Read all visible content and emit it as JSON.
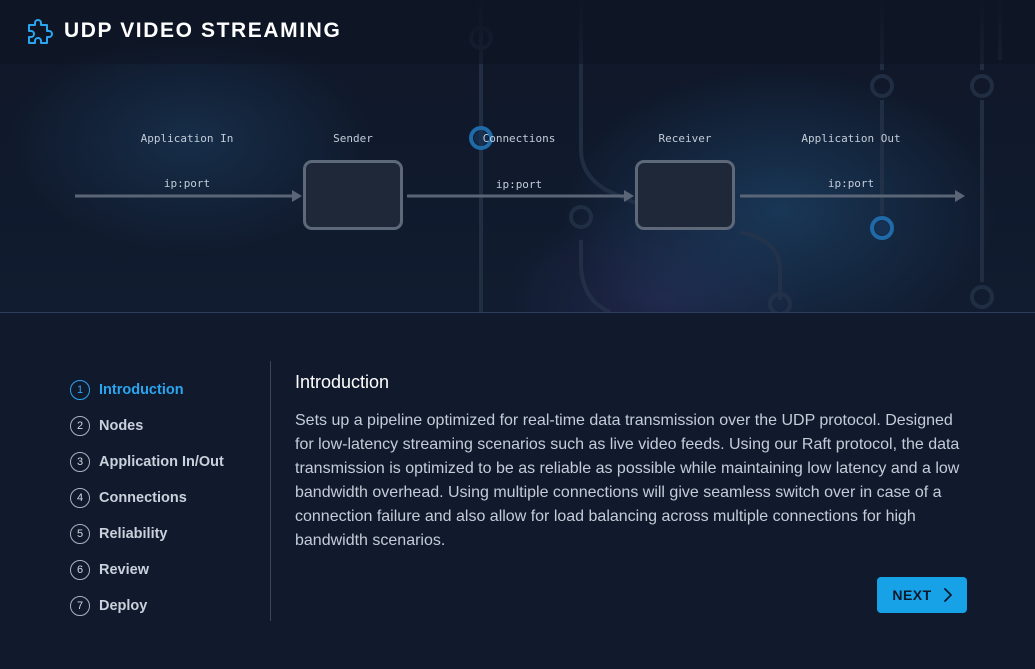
{
  "app": {
    "title": "UDP VIDEO STREAMING",
    "logo_icon": "puzzle-piece-icon"
  },
  "pipeline": {
    "stages": [
      {
        "label": "Application In",
        "address": "ip:port"
      },
      {
        "label": "Sender"
      },
      {
        "label": "Connections",
        "address": "ip:port"
      },
      {
        "label": "Receiver"
      },
      {
        "label": "Application Out",
        "address": "ip:port"
      }
    ]
  },
  "steps": [
    {
      "number": "1",
      "label": "Introduction",
      "active": true
    },
    {
      "number": "2",
      "label": "Nodes"
    },
    {
      "number": "3",
      "label": "Application In/Out"
    },
    {
      "number": "4",
      "label": "Connections"
    },
    {
      "number": "5",
      "label": "Reliability"
    },
    {
      "number": "6",
      "label": "Review"
    },
    {
      "number": "7",
      "label": "Deploy"
    }
  ],
  "content": {
    "title": "Introduction",
    "body": "Sets up a pipeline optimized for real-time data transmission over the UDP protocol. Designed for low-latency streaming scenarios such as live video feeds. Using our Raft protocol, the data transmission is optimized to be as reliable as possible while maintaining low latency and a low bandwidth overhead. Using multiple connections will give seamless switch over in case of a connection failure and also allow for load balancing across multiple connections for high bandwidth scenarios."
  },
  "actions": {
    "next_label": "NEXT",
    "next_icon": "chevron-right-icon"
  },
  "colors": {
    "accent": "#17a2e8",
    "background": "#111a2c"
  }
}
